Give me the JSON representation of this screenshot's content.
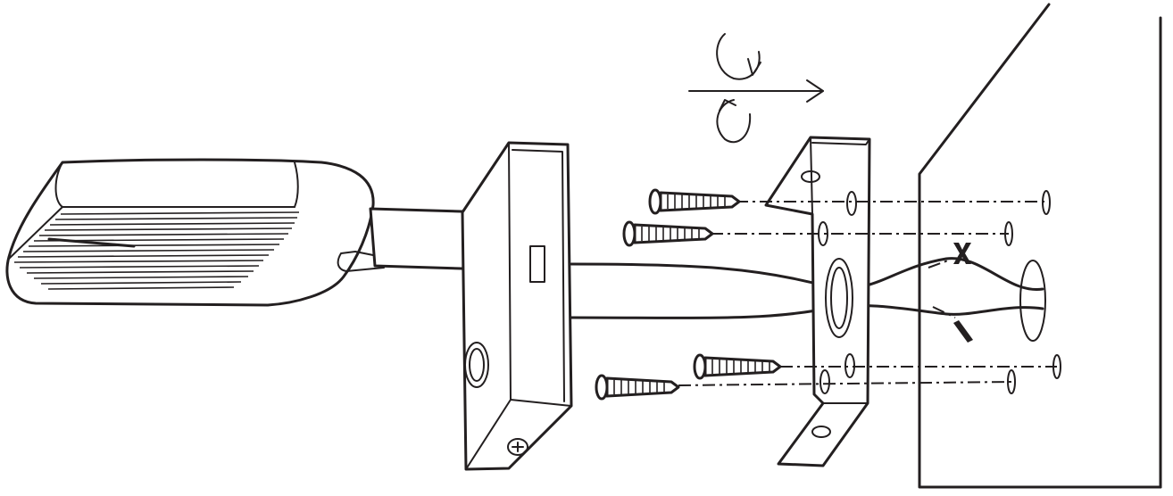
{
  "figure": {
    "description_name": "wall-mount-installation",
    "components": [
      "light-fixture",
      "mounting-arm",
      "junction-box",
      "mounting-bracket",
      "wall",
      "screws",
      "wires"
    ],
    "wire_polarity_marks": [
      "+",
      "-"
    ],
    "stroke_color": "#231f20",
    "background_color": "#ffffff"
  }
}
